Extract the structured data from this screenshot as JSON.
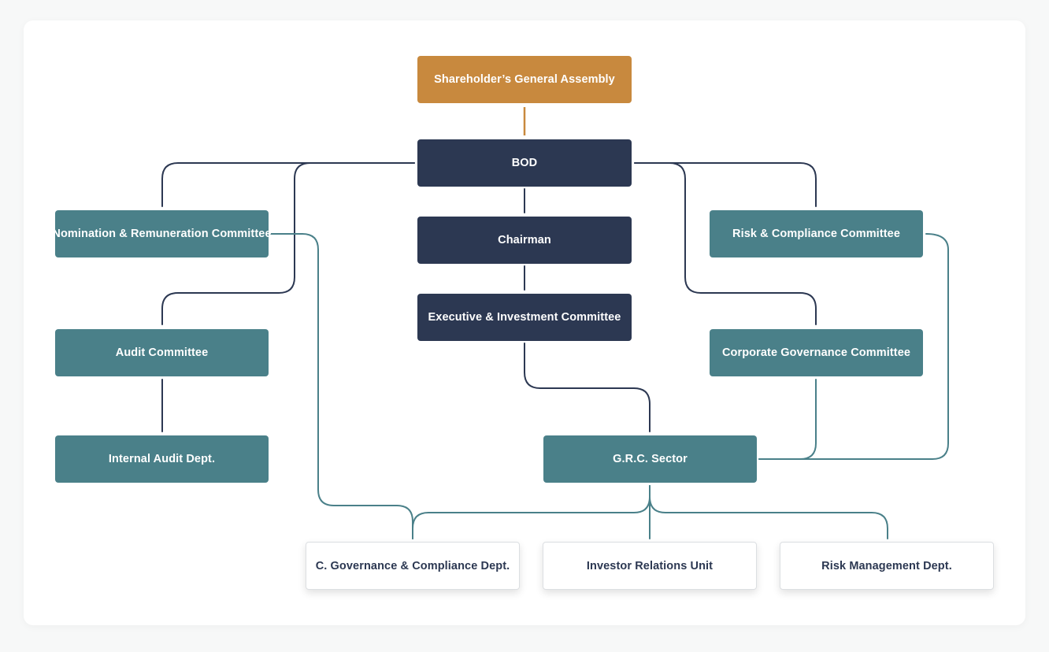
{
  "colors": {
    "gold": "#c8893e",
    "navy": "#2c3852",
    "teal": "#4a8089",
    "white": "#ffffff"
  },
  "nodes": {
    "assembly": "Shareholder’s General Assembly",
    "bod": "BOD",
    "chairman": "Chairman",
    "executive": "Executive & Investment Committee",
    "nomination": "Nomination & Remuneration Committee",
    "audit": "Audit Committee",
    "internal_audit": "Internal Audit Dept.",
    "risk_compliance": "Risk & Compliance Committee",
    "corp_governance": "Corporate Governance Committee",
    "grc": "G.R.C. Sector",
    "cgc_dept": "C. Governance & Compliance Dept.",
    "investor_relations": "Investor Relations Unit",
    "risk_mgmt": "Risk Management Dept."
  }
}
